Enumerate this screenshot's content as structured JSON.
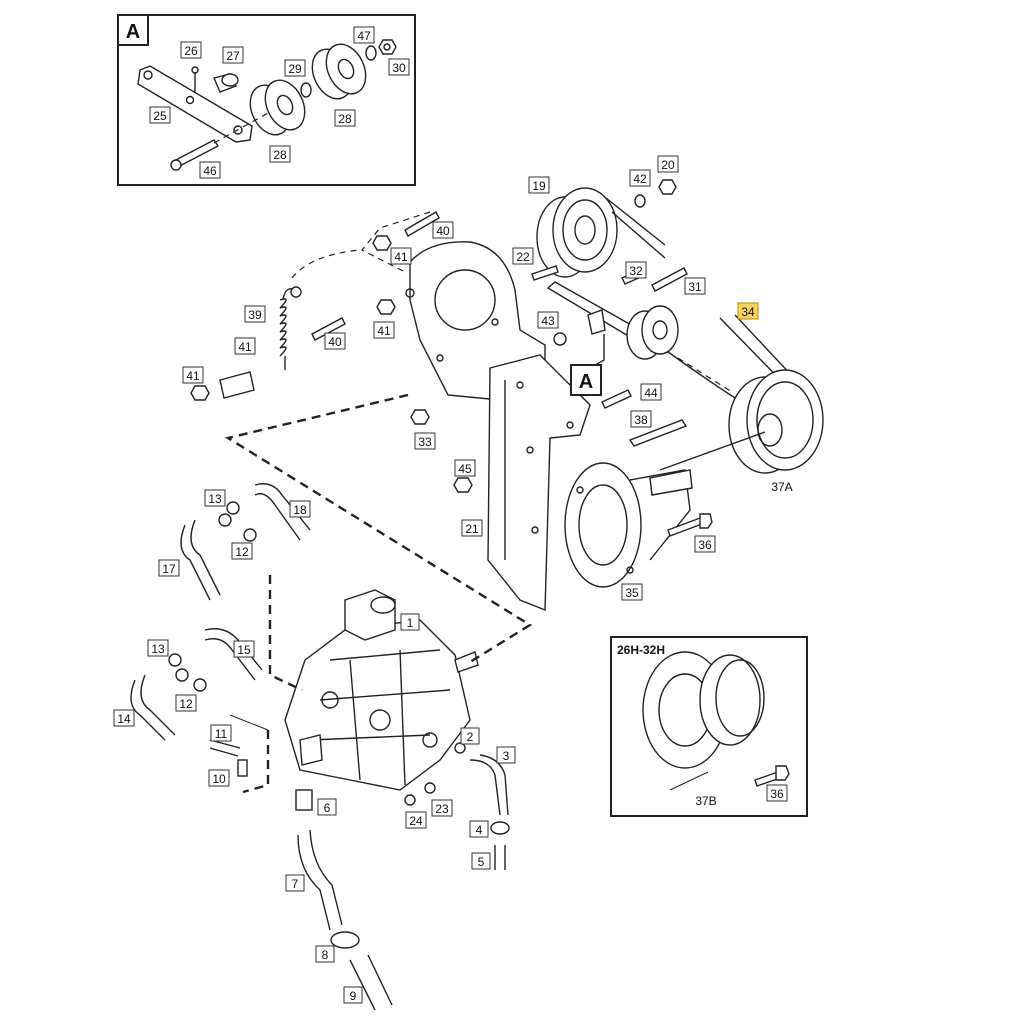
{
  "inset_a": {
    "letter": "A"
  },
  "callout_a": {
    "letter": "A"
  },
  "inset_b": {
    "title": "26H-32H"
  },
  "highlight_color": "#f7d55a",
  "labels": {
    "l1": "1",
    "l2": "2",
    "l3": "3",
    "l4": "4",
    "l5": "5",
    "l6": "6",
    "l7": "7",
    "l8": "8",
    "l9": "9",
    "l10": "10",
    "l11": "11",
    "l12a": "12",
    "l12b": "12",
    "l13a": "13",
    "l13b": "13",
    "l14": "14",
    "l15": "15",
    "l17": "17",
    "l18": "18",
    "l19": "19",
    "l20": "20",
    "l21": "21",
    "l22": "22",
    "l23": "23",
    "l24": "24",
    "l25": "25",
    "l26": "26",
    "l27": "27",
    "l28a": "28",
    "l28b": "28",
    "l29": "29",
    "l30": "30",
    "l31": "31",
    "l32": "32",
    "l33": "33",
    "l34": "34",
    "l35": "35",
    "l36a": "36",
    "l36b": "36",
    "l37a": "37A",
    "l37b": "37B",
    "l38": "38",
    "l39": "39",
    "l40a": "40",
    "l40b": "40",
    "l41a": "41",
    "l41b": "41",
    "l41c": "41",
    "l41d": "41",
    "l42": "42",
    "l43": "43",
    "l44": "44",
    "l45": "45",
    "l46": "46",
    "l47": "47"
  }
}
